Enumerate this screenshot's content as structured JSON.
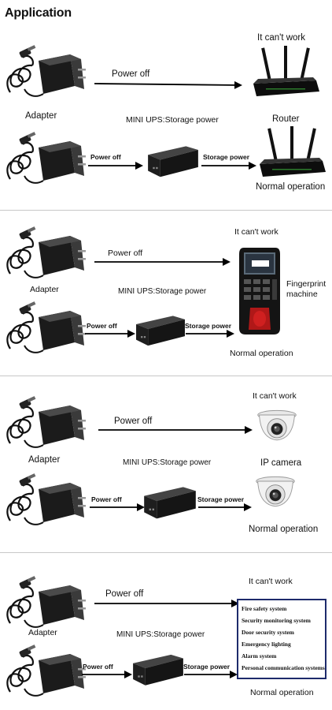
{
  "title": "Application",
  "sections": [
    {
      "cant_work": "It can't work",
      "power_off": "Power off",
      "adapter": "Adapter",
      "ups_label": "MINI UPS:Storage power",
      "power_off_small": "Power off",
      "storage_power": "Storage power",
      "device_name": "Router",
      "normal": "Normal operation"
    },
    {
      "cant_work": "It can't work",
      "power_off": "Power off",
      "adapter": "Adapter",
      "ups_label": "MINI UPS:Storage power",
      "power_off_small": "Power off",
      "storage_power": "Storage power",
      "device_name": "Fingerprint machine",
      "normal": "Normal operation"
    },
    {
      "cant_work": "It can't work",
      "power_off": "Power off",
      "adapter": "Adapter",
      "ups_label": "MINI UPS:Storage power",
      "power_off_small": "Power off",
      "storage_power": "Storage power",
      "device_name": "IP camera",
      "normal": "Normal operation"
    },
    {
      "cant_work": "It can't work",
      "power_off": "Power off",
      "adapter": "Adapter",
      "ups_label": "MINI UPS:Storage power",
      "power_off_small": "Power off",
      "storage_power": "Storage power",
      "normal": "Normal operation",
      "systems": [
        "Fire safety system",
        "Security monitoring system",
        "Door security  system",
        "Emergency lighting",
        "Alarm system",
        "Personal communication systems"
      ]
    }
  ]
}
